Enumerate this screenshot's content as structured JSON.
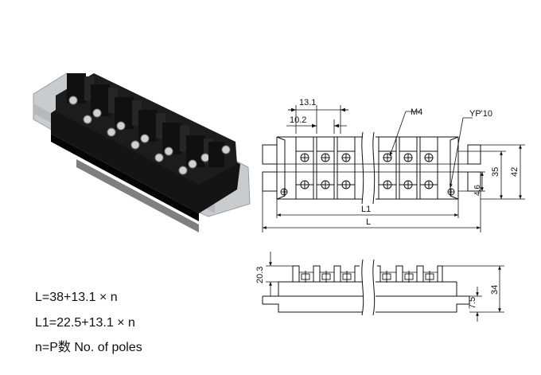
{
  "top_view": {
    "pitch_label": "13.1",
    "inner_label": "10.2",
    "screw_label": "M4",
    "mount_label": "YP'10",
    "length_inner_label": "L1",
    "length_total_label": "L",
    "height_inner_label": "35",
    "height_total_label": "42",
    "offset_label": "4.6"
  },
  "side_view": {
    "top_height_label": "20.3",
    "base_height_label": "7.5",
    "total_height_label": "34"
  },
  "formulas": {
    "length": "L=38+13.1 × n",
    "length_inner": "L1=22.5+13.1 × n",
    "poles": "n=P数 No. of poles"
  }
}
